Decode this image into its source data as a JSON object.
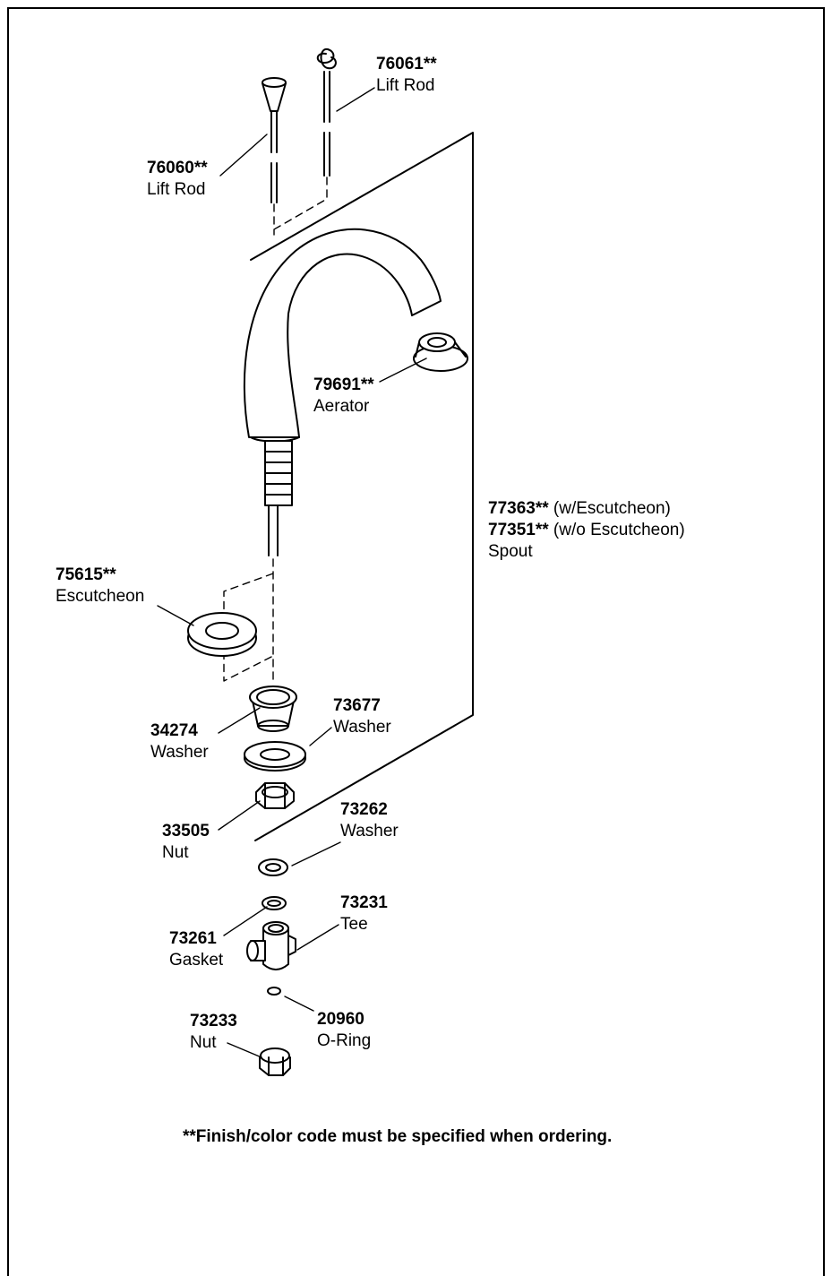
{
  "parts": {
    "lift_rod_2": {
      "number": "76061**",
      "name": "Lift Rod"
    },
    "lift_rod_1": {
      "number": "76060**",
      "name": "Lift Rod"
    },
    "aerator": {
      "number": "79691**",
      "name": "Aerator"
    },
    "spout": {
      "number_1": "77363**",
      "note_1": "(w/Escutcheon)",
      "number_2": "77351**",
      "note_2": "(w/o Escutcheon)",
      "name": "Spout"
    },
    "escutcheon": {
      "number": "75615**",
      "name": "Escutcheon"
    },
    "washer_34274": {
      "number": "34274",
      "name": "Washer"
    },
    "washer_73677": {
      "number": "73677",
      "name": "Washer"
    },
    "nut_33505": {
      "number": "33505",
      "name": "Nut"
    },
    "washer_73262": {
      "number": "73262",
      "name": "Washer"
    },
    "tee": {
      "number": "73231",
      "name": "Tee"
    },
    "gasket": {
      "number": "73261",
      "name": "Gasket"
    },
    "oring": {
      "number": "20960",
      "name": "O-Ring"
    },
    "nut_73233": {
      "number": "73233",
      "name": "Nut"
    }
  },
  "footnote": "**Finish/color code must be specified when ordering."
}
